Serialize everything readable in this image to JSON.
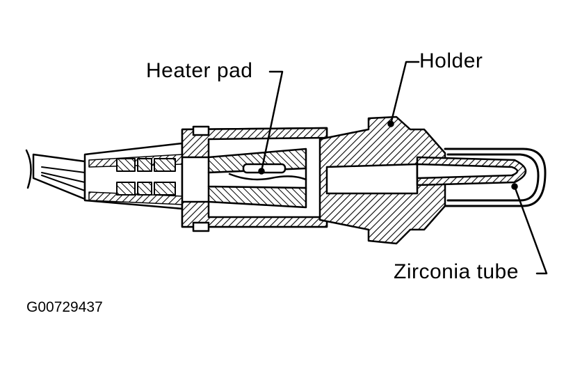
{
  "labels": {
    "heater_pad": "Heater pad",
    "holder": "Holder",
    "zirconia_tube": "Zirconia tube"
  },
  "figure_id": "G00729437"
}
